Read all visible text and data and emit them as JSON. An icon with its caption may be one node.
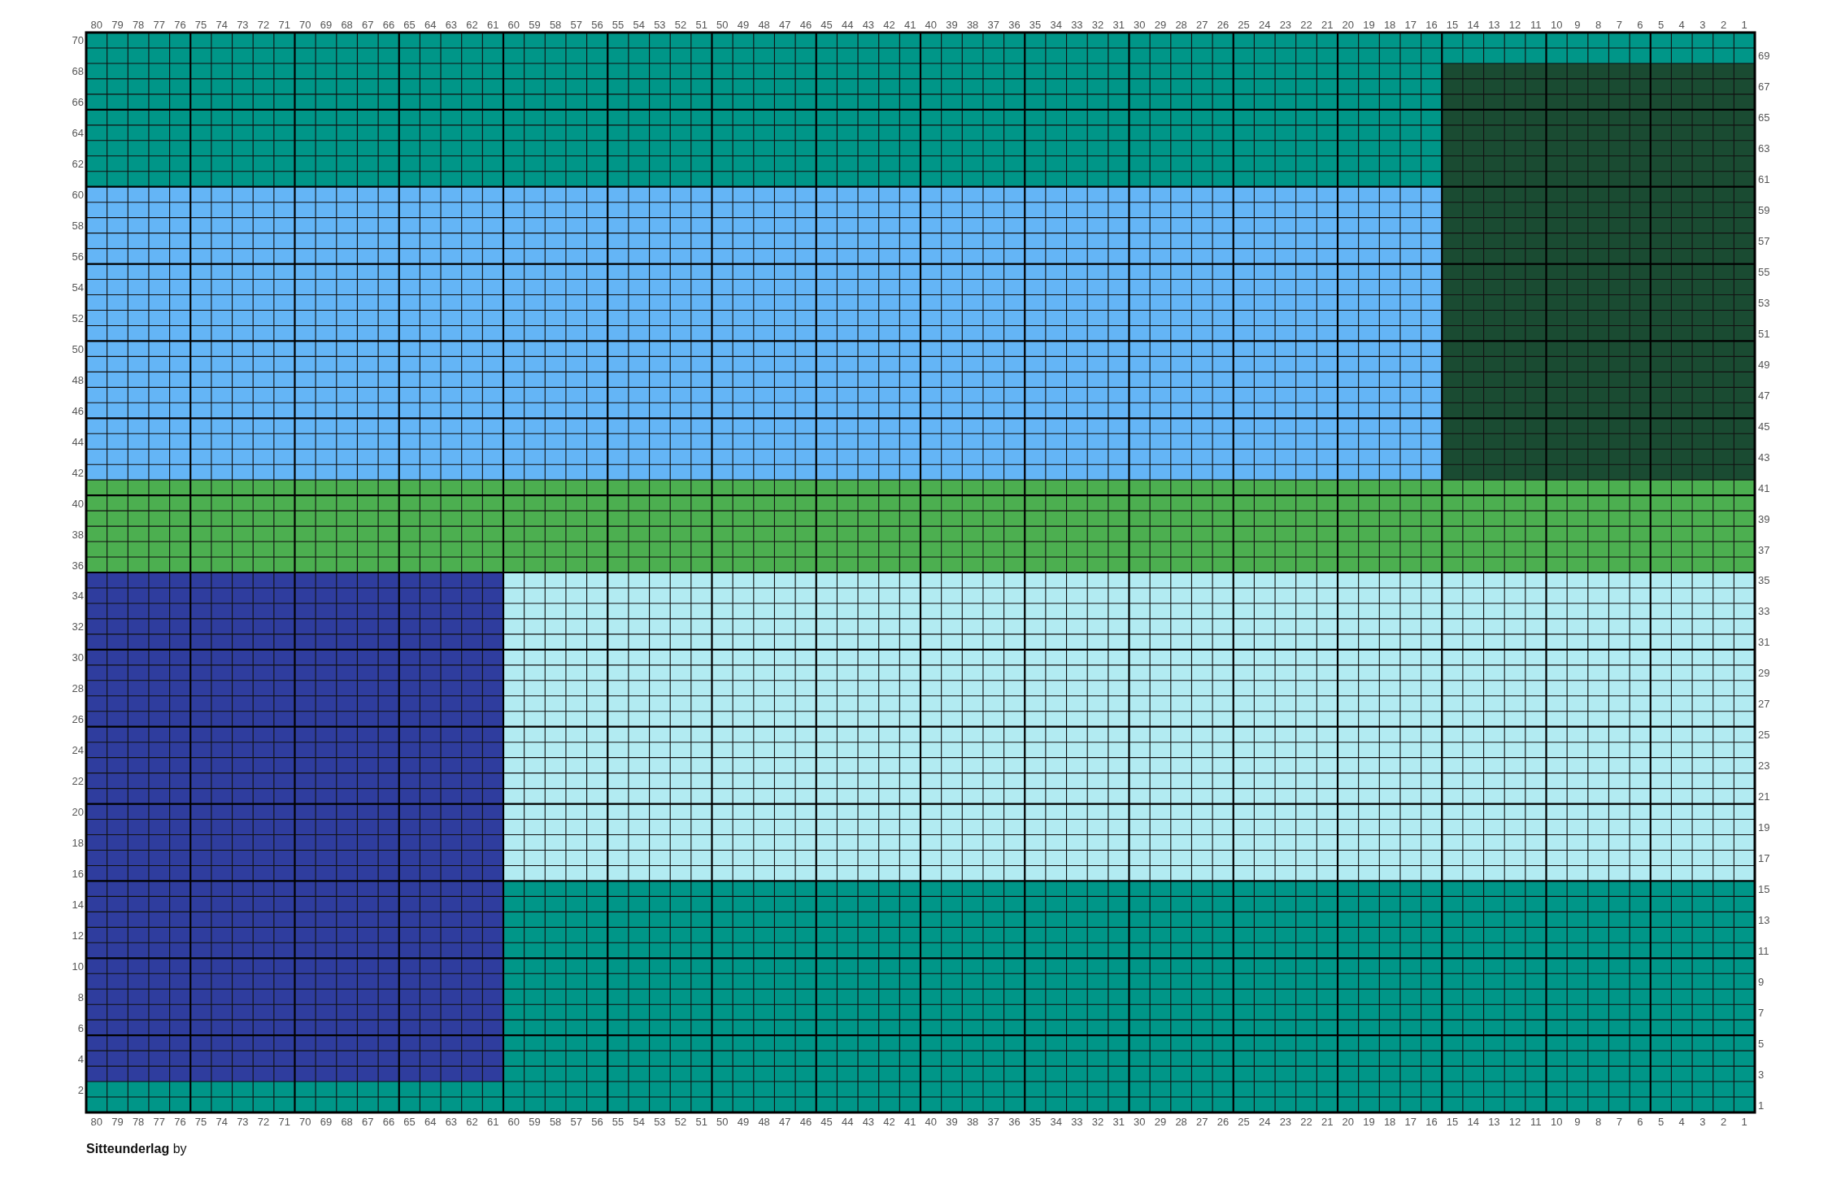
{
  "diagram": {
    "title": "**Sitteunderlag** by",
    "labels": [
      "80",
      "79",
      "78",
      "77",
      "76",
      "75",
      "74",
      "73",
      "72",
      "71",
      "70",
      "69",
      "68",
      "67",
      "66",
      "65",
      "64",
      "63",
      "62",
      "61",
      "60",
      "59",
      "58",
      "57",
      "56",
      "55",
      "54",
      "53",
      "52",
      "51",
      "50",
      "49",
      "48",
      "47",
      "46",
      "45",
      "44",
      "43",
      "42",
      "41",
      "40",
      "39",
      "38",
      "37",
      "36",
      "35",
      "34",
      "33",
      "32",
      "31",
      "30",
      "29",
      "28",
      "27",
      "26",
      "25",
      "24",
      "23",
      "22",
      "21",
      "20",
      "19",
      "18",
      "17",
      "16",
      "15",
      "14",
      "13",
      "12",
      "11",
      "10",
      "9",
      "8",
      "7",
      "6",
      "5",
      "4",
      "3",
      "2",
      "1",
      "70",
      "69",
      "68",
      "67",
      "66",
      "65",
      "64",
      "63",
      "62",
      "61",
      "60",
      "59",
      "58",
      "57",
      "56",
      "55",
      "54",
      "53",
      "52",
      "51",
      "50",
      "49",
      "48",
      "47",
      "46",
      "45",
      "44",
      "43",
      "42",
      "41",
      "40",
      "39",
      "38",
      "37",
      "36",
      "35",
      "34",
      "33",
      "32",
      "31",
      "30",
      "29",
      "28",
      "27",
      "26",
      "25",
      "24",
      "23",
      "22",
      "21",
      "20",
      "19",
      "18",
      "17",
      "16",
      "15",
      "14",
      "13",
      "12",
      "11",
      "10",
      "9",
      "8",
      "7",
      "6",
      "5",
      "4",
      "3",
      "2",
      "1",
      "80",
      "79",
      "78",
      "77",
      "76",
      "75",
      "74",
      "73",
      "72",
      "71",
      "70",
      "69",
      "68",
      "67",
      "66",
      "65",
      "64",
      "63",
      "62",
      "61",
      "60",
      "59",
      "58",
      "57",
      "56",
      "55",
      "54",
      "53",
      "52",
      "51",
      "50",
      "49",
      "48",
      "47",
      "46",
      "45",
      "44",
      "43",
      "42",
      "41",
      "40",
      "39",
      "38",
      "37",
      "36",
      "35",
      "34",
      "33",
      "32",
      "31",
      "30",
      "29",
      "28",
      "27",
      "26",
      "25",
      "24",
      "23",
      "22",
      "21",
      "20",
      "19",
      "18",
      "17",
      "16",
      "15",
      "14",
      "13",
      "12",
      "11",
      "10",
      "9",
      "8",
      "7",
      "6",
      "5",
      "4",
      "3",
      "2",
      "1"
    ]
  }
}
